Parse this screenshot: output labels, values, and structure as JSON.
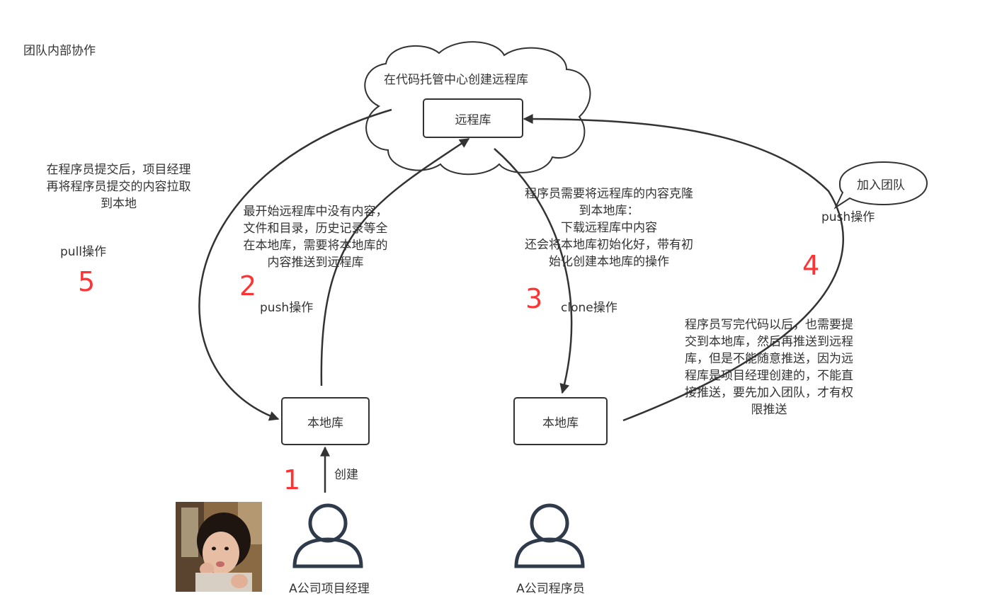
{
  "title": "团队内部协作",
  "cloud": {
    "label": "在代码托管中心创建远程库"
  },
  "boxes": {
    "remote": "远程库",
    "local_left": "本地库",
    "local_right": "本地库"
  },
  "bubble": {
    "label": "加入团队"
  },
  "steps": [
    "1",
    "2",
    "3",
    "4",
    "5"
  ],
  "edge_labels": {
    "create": "创建",
    "push_left": "push操作",
    "clone": "clone操作",
    "push_right": "push操作",
    "pull": "pull操作"
  },
  "notes": {
    "pull_note": [
      "在程序员提交后，项目经理",
      "再将程序员提交的内容拉取",
      "到本地"
    ],
    "push_note": [
      "最开始远程库中没有内容，",
      "文件和目录，历史记录等全",
      "在本地库，需要将本地库的",
      "内容推送到远程库"
    ],
    "clone_note": [
      "程序员需要将远程库的内容克隆",
      "到本地库：",
      "下载远程库中内容",
      "还会将本地库初始化好，带有初",
      "始化创建本地库的操作"
    ],
    "team_note": [
      "程序员写完代码以后，也需要提",
      "交到本地库，然后再推送到远程",
      "库，但是不能随意推送，因为远",
      "程库是项目经理创建的，不能直",
      "接推送，要先加入团队，才有权",
      "限推送"
    ]
  },
  "actors": {
    "manager": "A公司项目经理",
    "programmer": "A公司程序员"
  },
  "colors": {
    "stroke": "#333333",
    "step": "#ff3333"
  }
}
